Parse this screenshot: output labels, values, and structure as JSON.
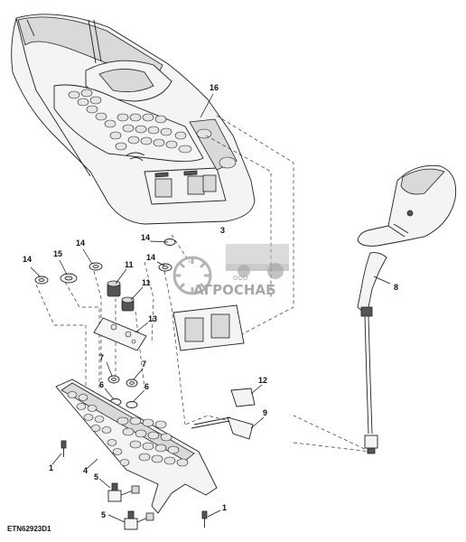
{
  "reference_code": "ETN62923D1",
  "callouts": [
    {
      "label": "16"
    },
    {
      "label": "3"
    },
    {
      "label": "14"
    },
    {
      "label": "14"
    },
    {
      "label": "15"
    },
    {
      "label": "14"
    },
    {
      "label": "11"
    },
    {
      "label": "11"
    },
    {
      "label": "13"
    },
    {
      "label": "14"
    },
    {
      "label": "8"
    },
    {
      "label": "7"
    },
    {
      "label": "7"
    },
    {
      "label": "6"
    },
    {
      "label": "6"
    },
    {
      "label": "12"
    },
    {
      "label": "9"
    },
    {
      "label": "1"
    },
    {
      "label": "4"
    },
    {
      "label": "5"
    },
    {
      "label": "5"
    },
    {
      "label": "1"
    }
  ],
  "watermark": {
    "brand": "АГРОСНАБ",
    "prefix": "ООО"
  }
}
